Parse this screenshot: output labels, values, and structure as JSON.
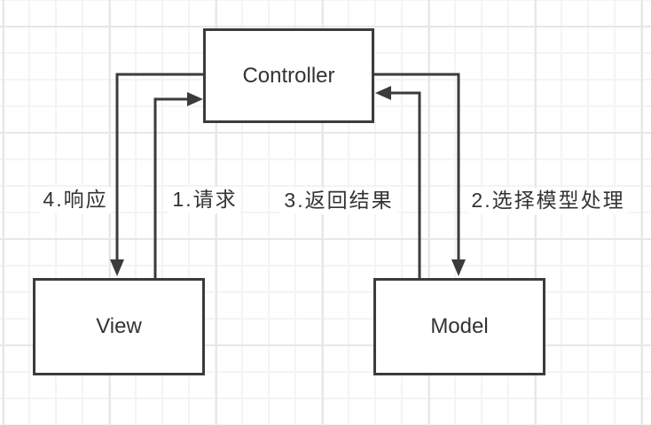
{
  "diagram": {
    "type": "flowchart",
    "subject": "MVC pattern",
    "nodes": [
      {
        "id": "controller",
        "label": "Controller"
      },
      {
        "id": "view",
        "label": "View"
      },
      {
        "id": "model",
        "label": "Model"
      }
    ],
    "edges": [
      {
        "id": "request",
        "label": "1.请求",
        "from": "view",
        "to": "controller"
      },
      {
        "id": "select-model",
        "label": "2.选择模型处理",
        "from": "controller",
        "to": "model"
      },
      {
        "id": "return-result",
        "label": "3.返回结果",
        "from": "model",
        "to": "controller"
      },
      {
        "id": "response",
        "label": "4.响应",
        "from": "controller",
        "to": "view"
      }
    ],
    "colors": {
      "stroke": "#3b3b3b",
      "text": "#333333",
      "node_fill": "#ffffff",
      "background": "#ffffff",
      "grid_minor": "#f4f4f4",
      "grid_major": "#e7e7e7"
    }
  }
}
